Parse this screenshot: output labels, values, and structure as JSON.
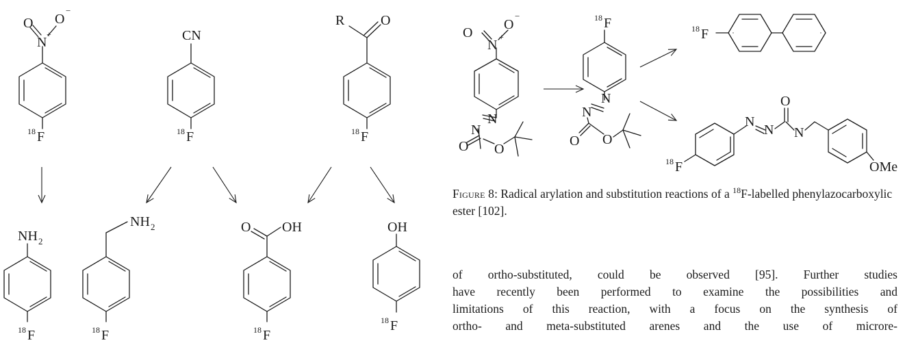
{
  "labels": {
    "o": "O",
    "o_minus": "O",
    "minus": "−",
    "n": "N",
    "plus": "+",
    "cn": "CN",
    "r": "R",
    "oh": "OH",
    "nh2": "NH",
    "sub2": "2",
    "f": "F",
    "iso": "18",
    "ome": "OMe"
  },
  "caption": {
    "figure_label": "Figure 8",
    "text": ": Radical arylation and substitution reactions of a ",
    "iso": "18",
    "text2": "F-labelled phenylazocarboxylic ester [102]."
  },
  "body": {
    "lines": [
      "of ortho-substituted, could be observed [95]. Further studies",
      "have recently been performed to examine the possibilities and",
      "limitations of this reaction, with a focus on the synthesis of",
      "ortho- and meta-substituted arenes and the use of microre-"
    ]
  }
}
